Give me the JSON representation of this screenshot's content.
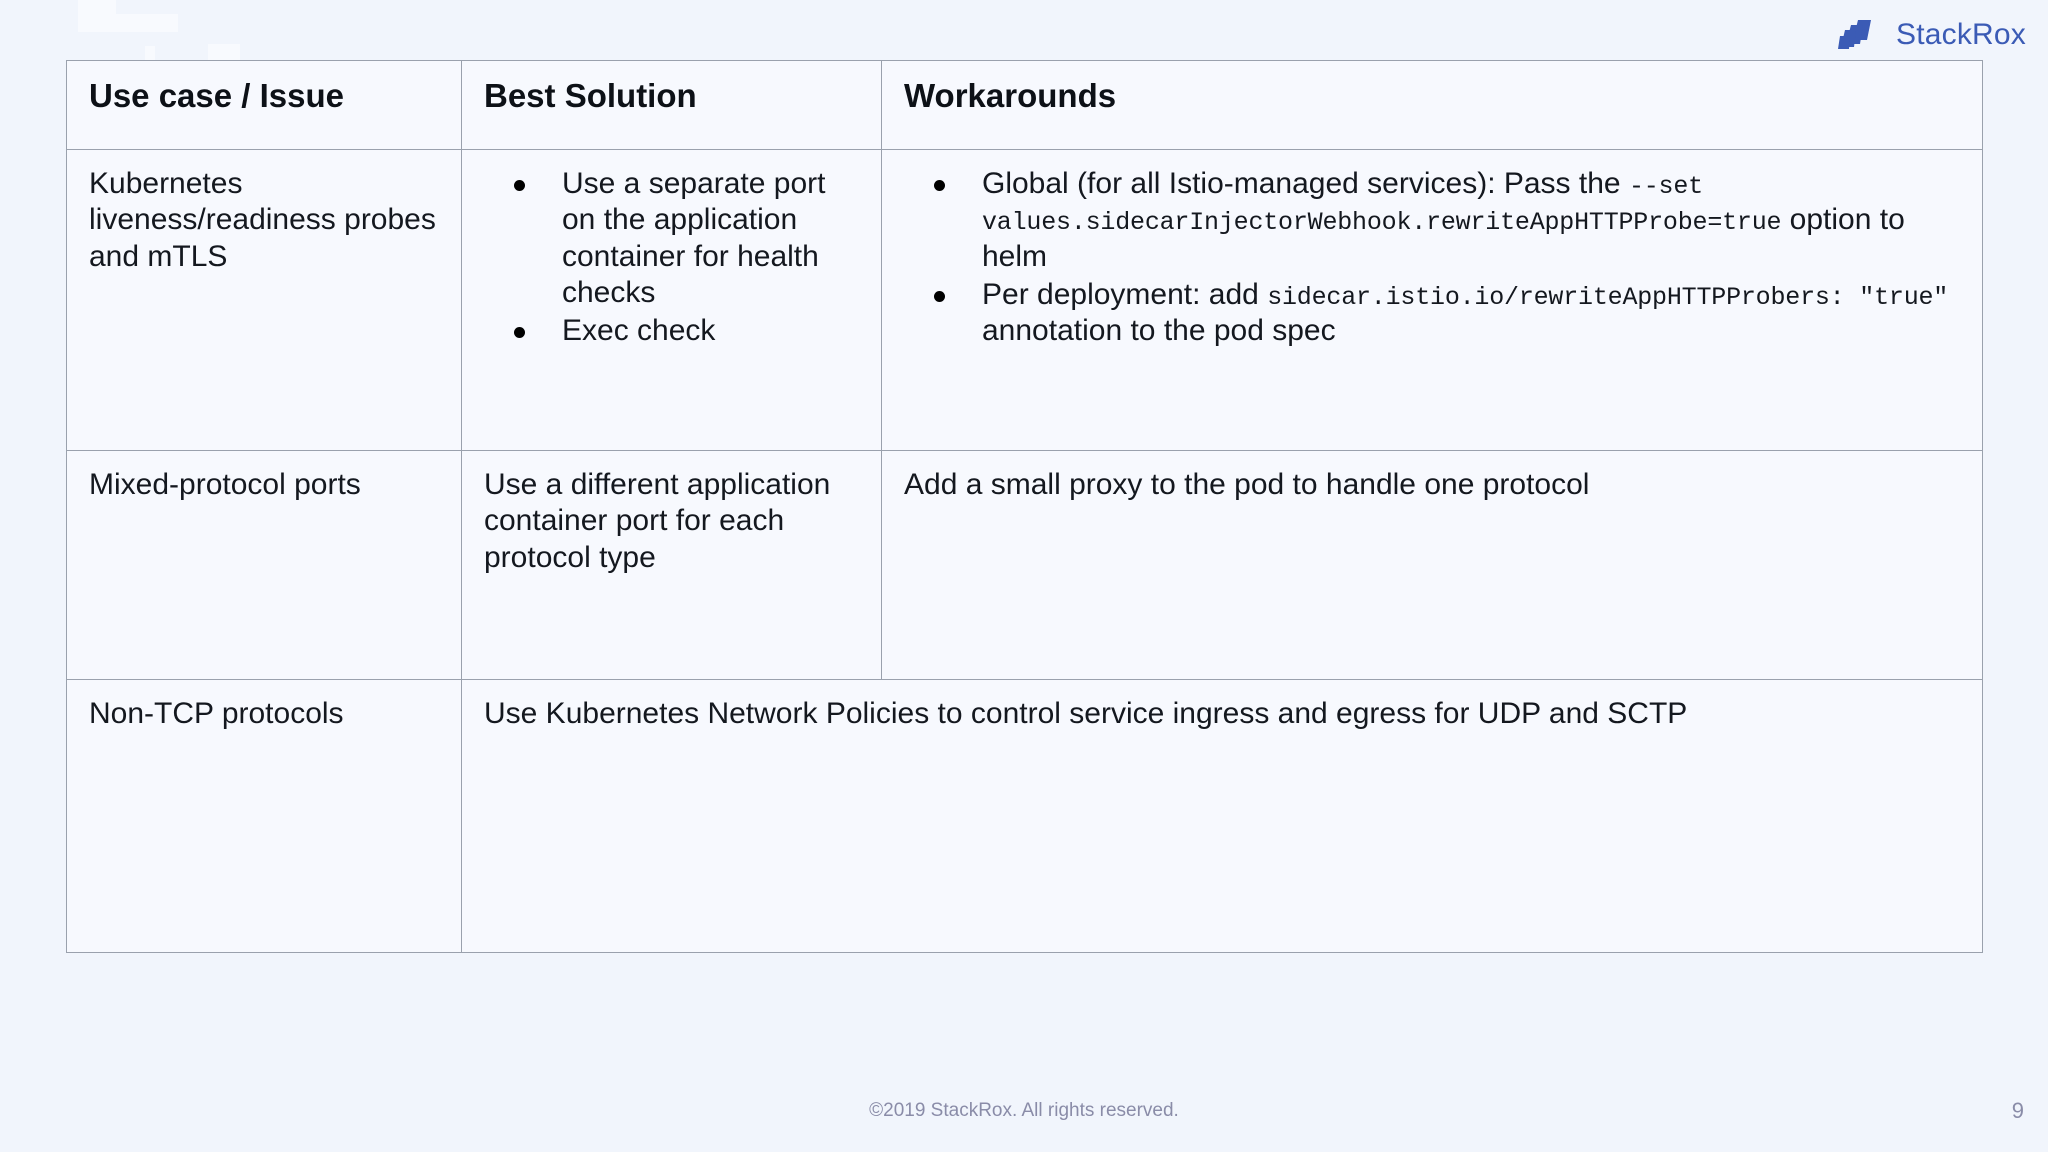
{
  "brand": {
    "name": "StackRox",
    "logo_icon": "stackrox-stacked-cards-icon",
    "accent_color": "#3b5bb5"
  },
  "table": {
    "headers": [
      "Use case / Issue",
      "Best Solution",
      "Workarounds"
    ],
    "rows": [
      {
        "use_case": "Kubernetes liveness/readiness probes and mTLS",
        "best_solution_bullets": [
          "Use a separate port on the application container for health checks",
          "Exec check"
        ],
        "workaround_bullets": [
          {
            "parts": [
              {
                "text": "Global (for all Istio-managed services): Pass the ",
                "style": "normal"
              },
              {
                "text": "--set values.sidecarInjectorWebhook.rewriteAppHTTPProbe=true",
                "style": "mono"
              },
              {
                "text": " option to helm",
                "style": "normal"
              }
            ]
          },
          {
            "parts": [
              {
                "text": "Per deployment: add ",
                "style": "normal"
              },
              {
                "text": "sidecar.istio.io/rewriteAppHTTPProbers: \"true\"",
                "style": "mono"
              },
              {
                "text": " annotation to the pod spec",
                "style": "normal"
              }
            ]
          }
        ]
      },
      {
        "use_case": "Mixed-protocol ports",
        "best_solution": "Use a different application container port for each protocol type",
        "workaround": "Add a small proxy to the pod to handle one protocol"
      },
      {
        "use_case": "Non-TCP protocols",
        "merged_solution": "Use Kubernetes Network Policies to control service ingress and egress for UDP and SCTP"
      }
    ]
  },
  "footer": {
    "copyright": "©2019 StackRox. All rights reserved.",
    "page_number": "9"
  }
}
